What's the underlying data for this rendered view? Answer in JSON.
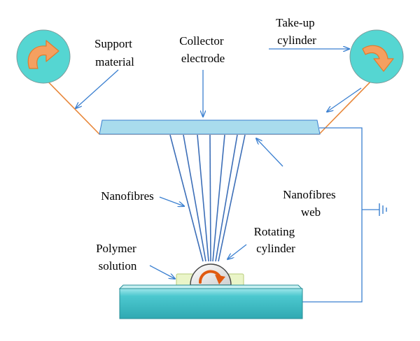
{
  "labels": {
    "support_material": [
      "Support",
      "material"
    ],
    "collector_electrode": [
      "Collector",
      "electrode"
    ],
    "take_up_cylinder": [
      "Take-up",
      "cylinder"
    ],
    "nanofibres": "Nanofibres",
    "nanofibres_web": [
      "Nanofibres",
      "web"
    ],
    "rotating_cylinder": [
      "Rotating",
      "cylinder"
    ],
    "polymer_solution": [
      "Polymer",
      "solution"
    ]
  },
  "colors": {
    "cylinder_fill": "#55d6d2",
    "arrow_orange": "#f5a060",
    "arrow_outline": "#e57a2a",
    "support_line": "#e8873a",
    "leader_blue": "#3a7fd0",
    "fibre_blue": "#3d6fb8",
    "plate_fill": "#a9dced",
    "base_fill": "#3dbcc4",
    "solution_fill": "#eaf5c8",
    "rotating_arrow": "#e05a10"
  },
  "icons": {
    "rotation": "curved-arrow-icon",
    "ground": "ground-symbol-icon"
  }
}
